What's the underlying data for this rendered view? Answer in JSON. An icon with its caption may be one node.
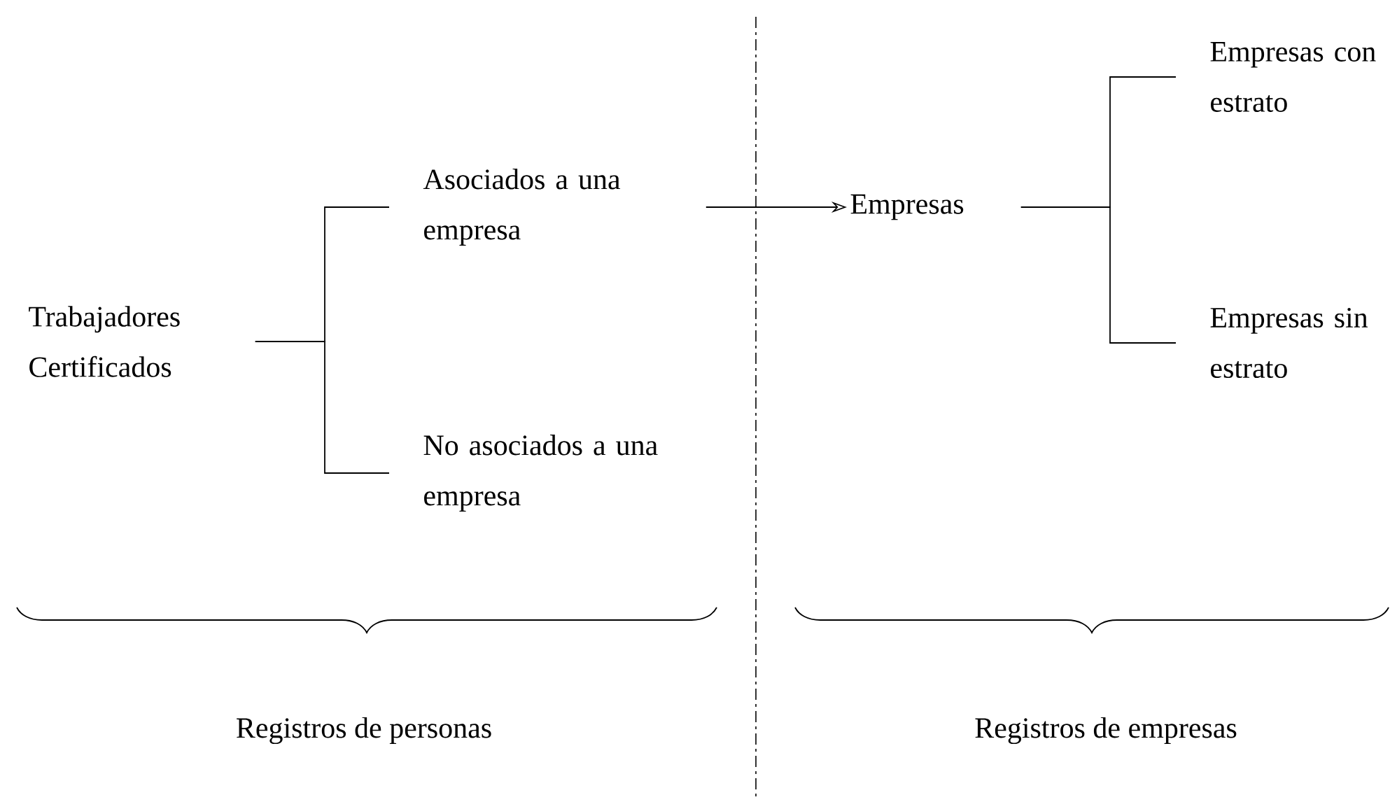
{
  "diagram": {
    "nodes": [
      {
        "text": [
          "Trabajadores Certificados"
        ]
      },
      {
        "text": [
          "Asociados a una empresa"
        ]
      },
      {
        "text": [
          "No asociados a una empresa"
        ]
      },
      {
        "text": [
          "Empresas"
        ]
      },
      {
        "text": [
          "Empresas con estrato"
        ]
      },
      {
        "text": [
          "Empresas sin estrato"
        ]
      }
    ],
    "edges": [
      {
        "from": 0,
        "to": 1,
        "arrow": "none"
      },
      {
        "from": 0,
        "to": 2,
        "arrow": "none"
      },
      {
        "from": 1,
        "to": 3,
        "arrow": "to"
      },
      {
        "from": 3,
        "to": 4,
        "arrow": "none"
      },
      {
        "from": 3,
        "to": 5,
        "arrow": "none"
      }
    ],
    "labels": [
      "Registros de personas",
      "Registros de empresas"
    ]
  }
}
